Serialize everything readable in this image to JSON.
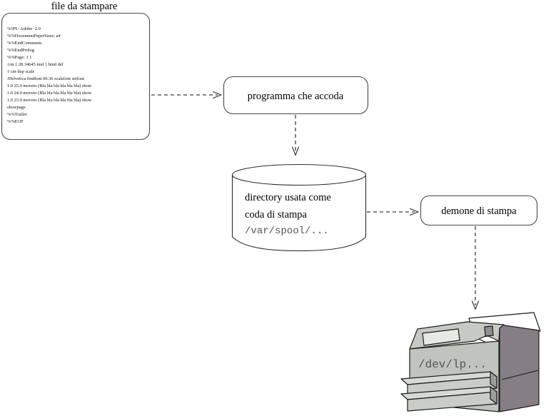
{
  "diagram": {
    "title": "file da stampare",
    "file_box": {
      "label": "postscript-file-listing",
      "lines": [
        "%!PS−Adobe−2.0",
        "%%DocumentPaperSizes: a4",
        "%%EndComments",
        "%%EndProlog",
        "%%Page: 1 1",
        "/cm { 28.34645 mul } bind def",
        "1 cm dup scale",
        "/Helvetica findfont 00.30 scalefont setfont",
        " 1.0  25.0  moveto (Bla bla bla bla bla bla) show",
        " 1.0  24.0  moveto (Bla bla bla bla bla bla) show",
        " 1.0  23.0  moveto (Bla bla bla bla bla bla) show",
        "showpage",
        "%%Trailer",
        "%%EOF"
      ]
    },
    "nodes": {
      "spooler_program": "programma che accoda",
      "queue_dir_line1": "directory usata come",
      "queue_dir_line2": "coda di stampa",
      "queue_dir_path": "/var/spool/...",
      "print_daemon": "demone di stampa",
      "device_path": "/dev/lp..."
    },
    "colors": {
      "stroke": "#2e2e2e",
      "flow": "#3c3c3c",
      "printer_top": "#c6cac3",
      "printer_front": "#bfc4bd",
      "printer_side": "#857f85",
      "printer_display": "#e7eae4",
      "printer_tray": "#c9cdc6",
      "paper": "#ffffff"
    }
  }
}
